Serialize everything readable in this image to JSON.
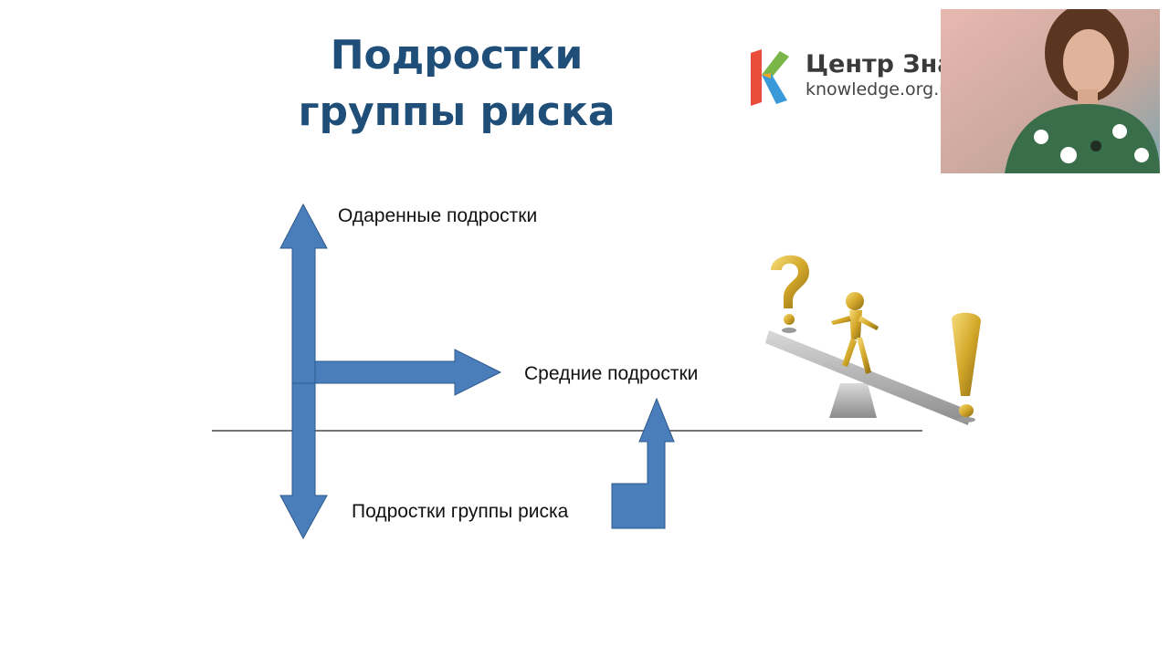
{
  "slide": {
    "title_line1": "Подростки",
    "title_line2": "группы риска"
  },
  "logo": {
    "name": "Центр Зна",
    "url": "knowledge.org.u",
    "colors": [
      "#e94e3c",
      "#f5a623",
      "#7ab648",
      "#3a9ad9"
    ]
  },
  "diagram": {
    "label_gifted": "Одаренные подростки",
    "label_average": "Средние подростки",
    "label_risk": "Подростки группы риска",
    "arrow_color": "#4a7ebb",
    "arrow_stroke": "#2e5a8c"
  },
  "illustration": {
    "icon": "seesaw-question-exclamation",
    "color": "#d4a82a"
  }
}
